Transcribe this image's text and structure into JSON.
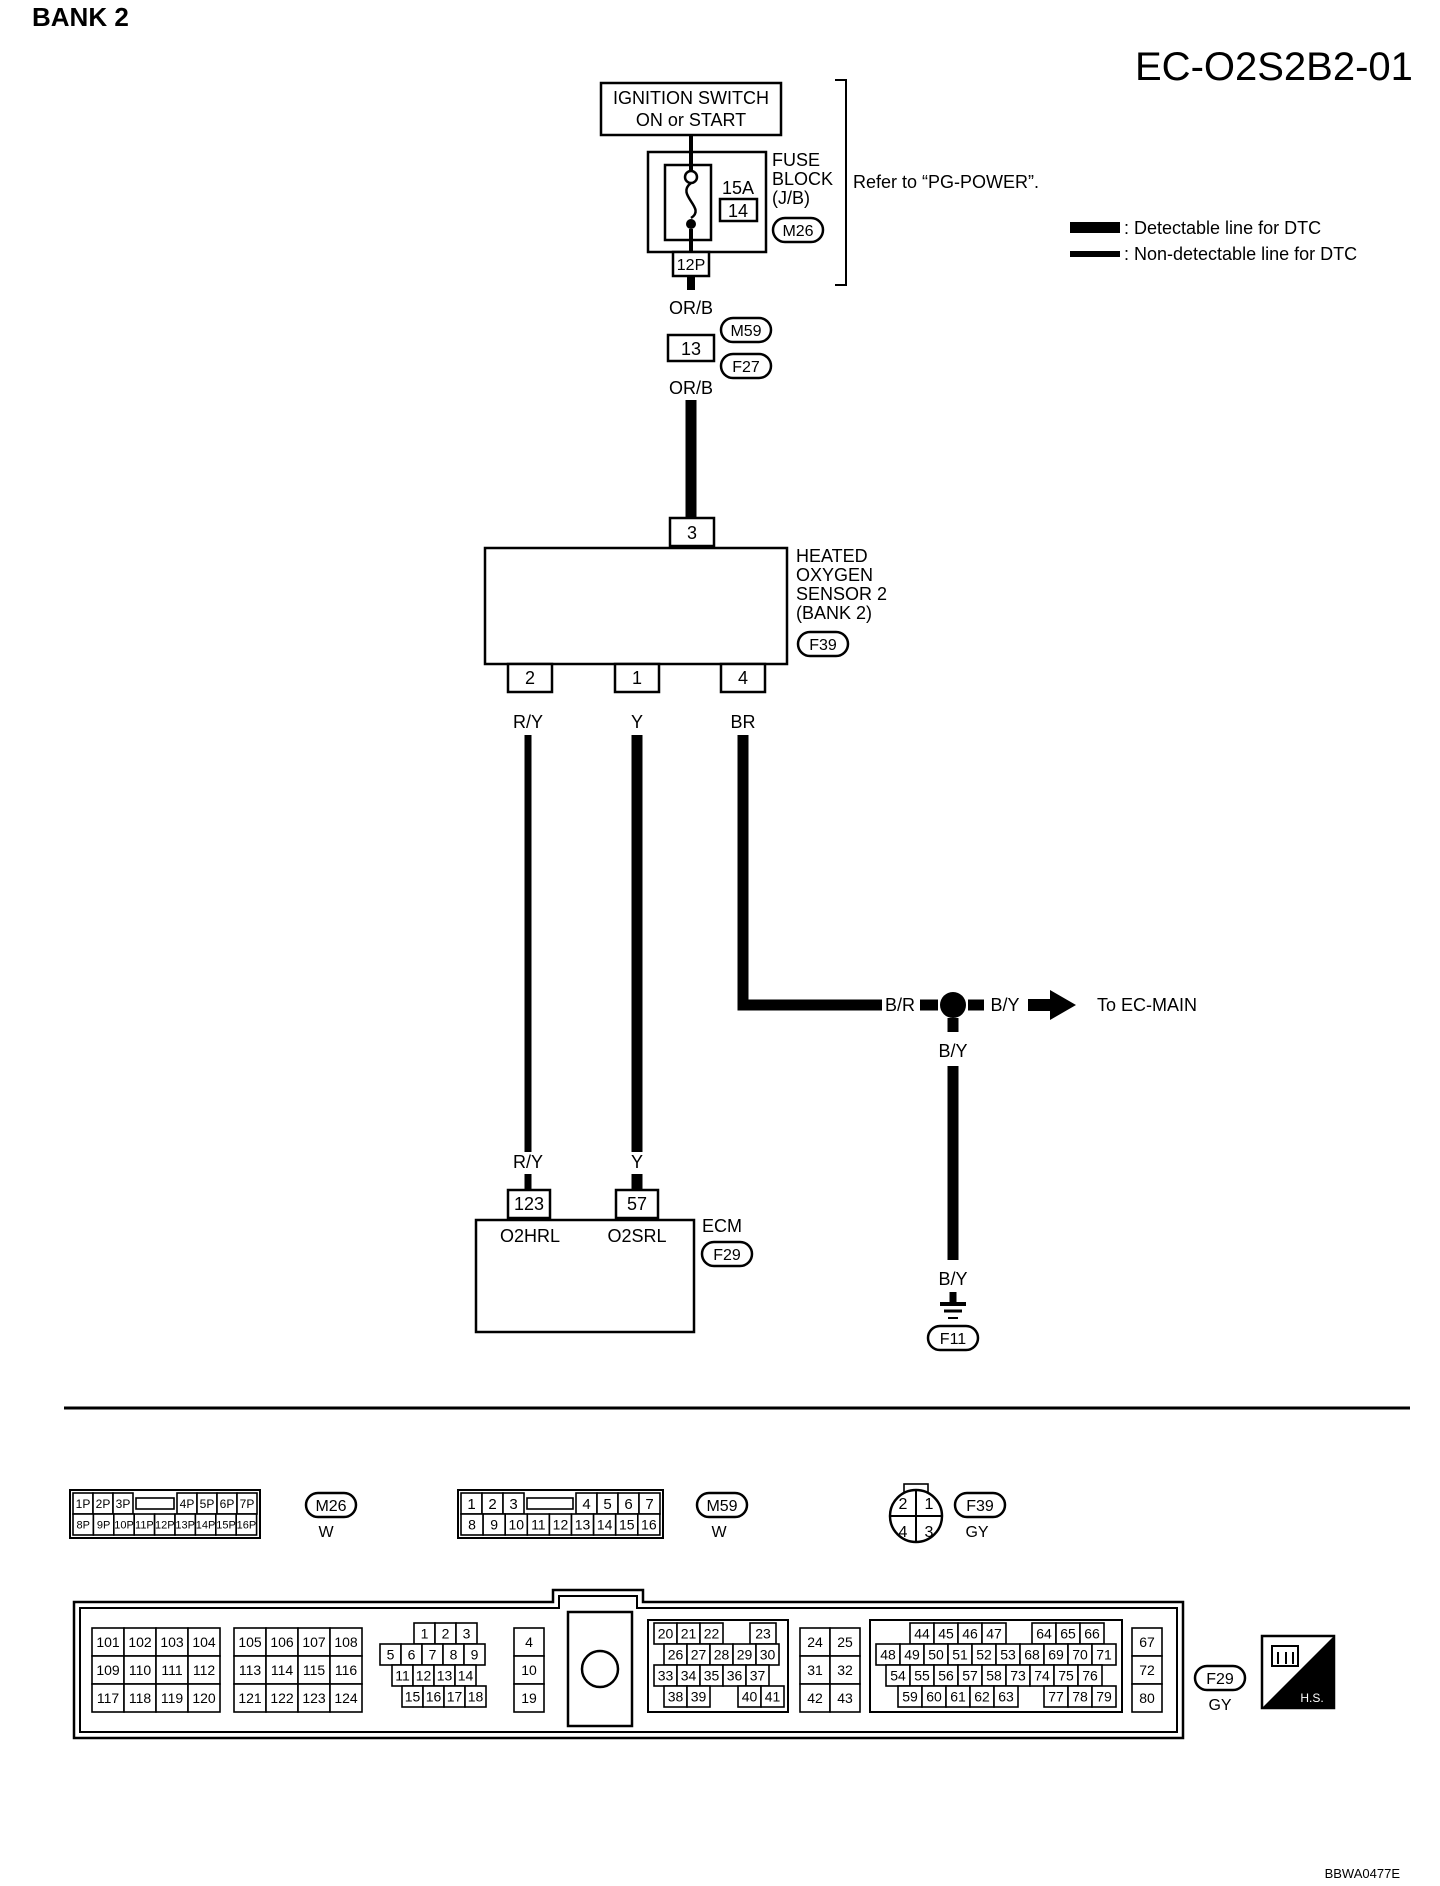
{
  "header": {
    "bank": "BANK 2",
    "diagram_code": "EC-O2S2B2-01",
    "ref_code": "BBWA0477E"
  },
  "legend": {
    "detectable": ": Detectable line for DTC",
    "non_detectable": ": Non-detectable line for DTC"
  },
  "power": {
    "ignition_line1": "IGNITION SWITCH",
    "ignition_line2": "ON or START",
    "fuse_label1": "FUSE",
    "fuse_label2": "BLOCK",
    "fuse_label3": "(J/B)",
    "fuse_amp": "15A",
    "fuse_number": "14",
    "fuse_connector": "M26",
    "fuse_terminal": "12P",
    "refer_text": "Refer to “PG-POWER”."
  },
  "joint_connector": {
    "terminal": "13",
    "conn_top": "M59",
    "conn_bottom": "F27",
    "wire_top": "OR/B",
    "wire_bottom": "OR/B"
  },
  "sensor": {
    "label1": "HEATED",
    "label2": "OXYGEN",
    "label3": "SENSOR 2",
    "label4": "(BANK 2)",
    "connector": "F39",
    "pin_top": "3",
    "pins_bottom": [
      {
        "pin": "2",
        "wire": "R/Y"
      },
      {
        "pin": "1",
        "wire": "Y"
      },
      {
        "pin": "4",
        "wire": "BR"
      }
    ]
  },
  "ground_branch": {
    "wire_left": "B/R",
    "wire_right": "B/Y",
    "to_label": "To EC-MAIN",
    "wire_down": "B/Y",
    "wire_ground": "B/Y",
    "ground_connector": "F11"
  },
  "ecm": {
    "label": "ECM",
    "connector": "F29",
    "pins": [
      {
        "wire": "R/Y",
        "pin": "123",
        "signal": "O2HRL"
      },
      {
        "wire": "Y",
        "pin": "57",
        "signal": "O2SRL"
      }
    ]
  },
  "connector_views": {
    "m26": {
      "id": "M26",
      "color": "W",
      "row1": [
        "1P",
        "2P",
        "3P",
        "",
        "4P",
        "5P",
        "6P",
        "7P"
      ],
      "row2": [
        "8P",
        "9P",
        "10P",
        "11P",
        "12P",
        "13P",
        "14P",
        "15P",
        "16P"
      ]
    },
    "m59": {
      "id": "M59",
      "color": "W",
      "row1": [
        "1",
        "2",
        "3",
        "",
        "4",
        "5",
        "6",
        "7"
      ],
      "row2": [
        "8",
        "9",
        "10",
        "11",
        "12",
        "13",
        "14",
        "15",
        "16"
      ]
    },
    "f39": {
      "id": "F39",
      "color": "GY",
      "pins": [
        "2",
        "1",
        "4",
        "3"
      ]
    },
    "f29": {
      "id": "F29",
      "color": "GY",
      "hs": "H.S.",
      "g1": [
        [
          "101",
          "102",
          "103",
          "104"
        ],
        [
          "109",
          "110",
          "111",
          "112"
        ],
        [
          "117",
          "118",
          "119",
          "120"
        ]
      ],
      "g2": [
        [
          "105",
          "106",
          "107",
          "108"
        ],
        [
          "113",
          "114",
          "115",
          "116"
        ],
        [
          "121",
          "122",
          "123",
          "124"
        ]
      ],
      "g3": [
        [
          "1",
          "2",
          "3"
        ],
        [
          "5",
          "6",
          "7",
          "8",
          "9"
        ],
        [
          "11",
          "12",
          "13",
          "14"
        ],
        [
          "15",
          "16",
          "17",
          "18"
        ]
      ],
      "g4": [
        [
          "4"
        ],
        [
          "10"
        ],
        [
          "19"
        ]
      ],
      "g5": [
        [
          "20",
          "21",
          "22",
          "23"
        ],
        [
          "26",
          "27",
          "28",
          "29",
          "30"
        ],
        [
          "33",
          "34",
          "35",
          "36",
          "37"
        ],
        [
          "38",
          "39",
          "40",
          "41"
        ]
      ],
      "g6": [
        [
          "24",
          "25"
        ],
        [
          "31",
          "32"
        ],
        [
          "42",
          "43"
        ]
      ],
      "g7": [
        [
          "44",
          "45",
          "46",
          "47",
          "64",
          "65",
          "66"
        ],
        [
          "48",
          "49",
          "50",
          "51",
          "52",
          "53",
          "68",
          "69",
          "70",
          "71"
        ],
        [
          "54",
          "55",
          "56",
          "57",
          "58",
          "73",
          "74",
          "75",
          "76"
        ],
        [
          "59",
          "60",
          "61",
          "62",
          "63",
          "77",
          "78",
          "79"
        ]
      ],
      "g8": [
        [
          "67"
        ],
        [
          "72"
        ],
        [
          "80"
        ]
      ]
    }
  }
}
